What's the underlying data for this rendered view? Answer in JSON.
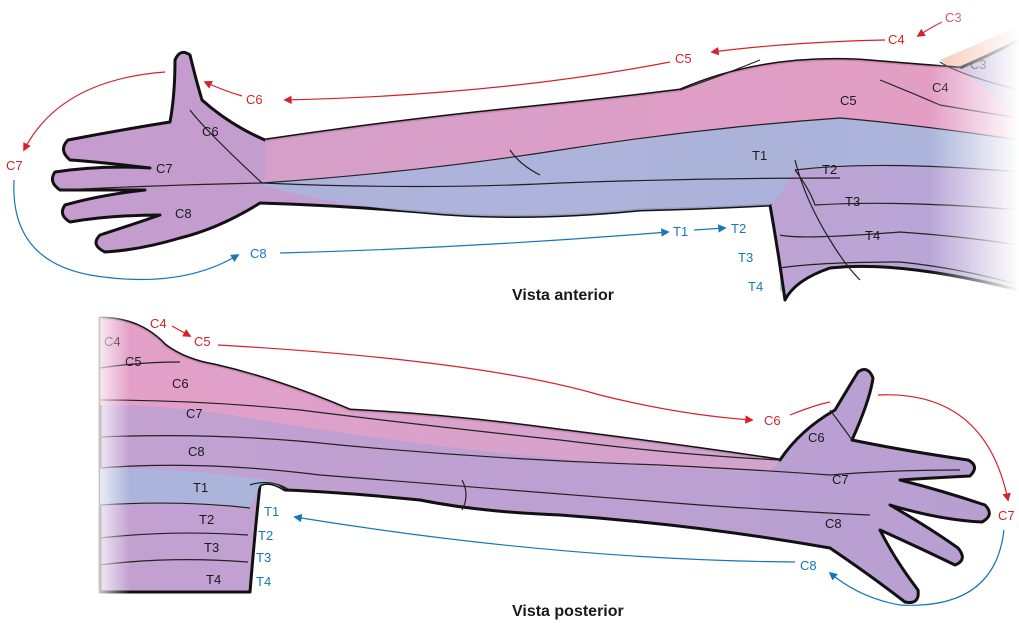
{
  "anterior": {
    "caption": "Vista anterior",
    "zone_labels": {
      "c3": "C3",
      "c4": "C4",
      "c5": "C5",
      "c6": "C6",
      "c7": "C7",
      "c8": "C8",
      "t1": "T1",
      "t2": "T2",
      "t3": "T3",
      "t4": "T4"
    },
    "flow_labels": {
      "c3": "C3",
      "c4": "C4",
      "c5": "C5",
      "c6": "C6",
      "c7": "C7",
      "c8": "C8",
      "t1": "T1",
      "t2": "T2",
      "t3": "T3",
      "t4": "T4"
    }
  },
  "posterior": {
    "caption": "Vista posterior",
    "zone_labels": {
      "c4": "C4",
      "c5": "C5",
      "c6": "C6",
      "c7": "C7",
      "c8": "C8",
      "t1": "T1",
      "t2": "T2",
      "t3": "T3",
      "t4": "T4",
      "hand_c6": "C6",
      "hand_c7": "C7",
      "hand_c8": "C8"
    },
    "flow_labels": {
      "c4": "C4",
      "c5": "C5",
      "c6": "C6",
      "c7": "C7",
      "c8": "C8",
      "t1": "T1",
      "t2": "T2",
      "t3": "T3",
      "t4": "T4"
    }
  },
  "colors": {
    "c_arrows": "#d8202a",
    "t_arrows": "#1677b8",
    "c3_zone": "#f6c6b4",
    "c4_zone": "#f3a9c4",
    "c5_zone": "#ee9cc0",
    "c6_zone": "#d9a0cc",
    "c8_zone": "#b6a1d2",
    "t1_zone": "#a9b6dc",
    "t2_zone": "#a6d6ee",
    "t3_zone": "#a8dff0",
    "t4_zone": "#a3ddd8"
  }
}
